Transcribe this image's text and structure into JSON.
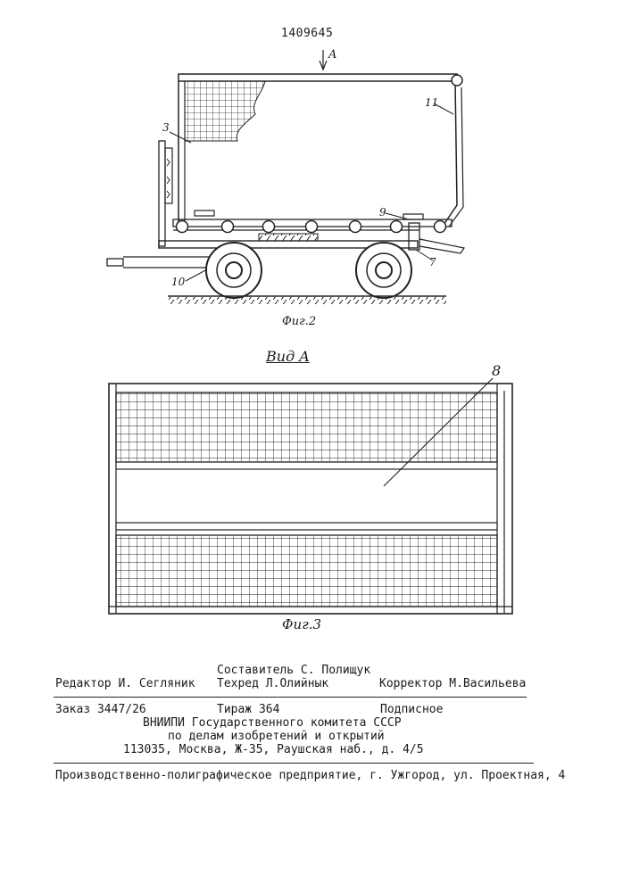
{
  "patent_number": "1409645",
  "fig2": {
    "view_arrow_label": "A",
    "labels": {
      "l3": "3",
      "l11": "11",
      "l9": "9",
      "l7": "7",
      "l10": "10"
    },
    "caption": "Фиг.2"
  },
  "fig3": {
    "view_title": "Вид A",
    "label_8": "8",
    "caption": "Фиг.3"
  },
  "colophon": {
    "editor": "Редактор И. Сегляник",
    "compiler": "Составитель С. Полищук",
    "techred": "Техред Л.Олийнык",
    "corrector": "Корректор М.Васильева",
    "order": "Заказ 3447/26",
    "circulation": "Тираж 364",
    "subscription": "Подписное",
    "org_line1": "ВНИИПИ Государственного комитета СССР",
    "org_line2": "по делам изобретений и открытий",
    "address": "113035, Москва, Ж-35, Раушская наб., д. 4/5",
    "printer": "Производственно-полиграфическое предприятие, г. Ужгород, ул. Проектная, 4"
  }
}
